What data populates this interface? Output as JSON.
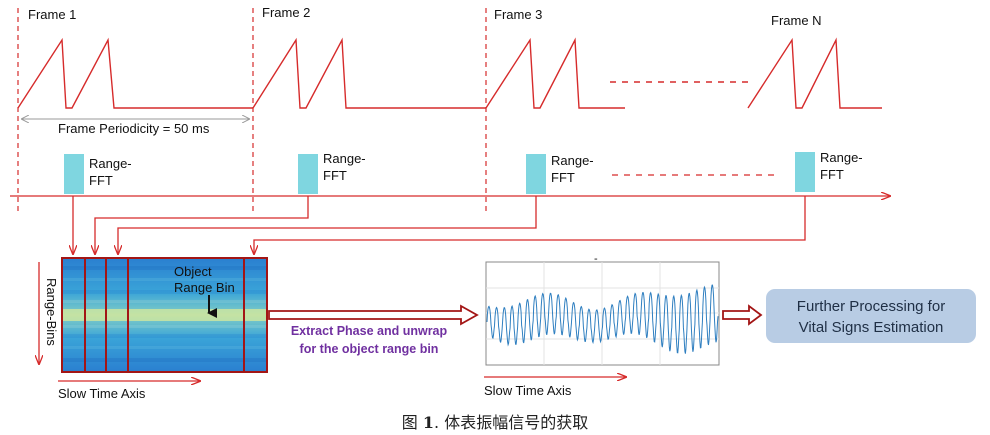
{
  "frames": [
    "Frame 1",
    "Frame 2",
    "Frame 3",
    "Frame N"
  ],
  "periodicity_label": "Frame Periodicity = 50 ms",
  "fft_label_line1": "Range-",
  "fft_label_line2": "FFT",
  "range_bins_label": "Range-Bins",
  "slow_time_label": "Slow Time Axis",
  "object_bin_line1": "Object",
  "object_bin_line2": "Range Bin",
  "extract_line1": "Extract Phase and unwrap",
  "extract_line2": "for the object range bin",
  "further_line1": "Further Processing for",
  "further_line2": "Vital Signs Estimation",
  "plot_top_mark": "-",
  "caption_prefix": "图 ",
  "caption_number": "1",
  "caption_text": ". 体表振幅信号的获取",
  "colors": {
    "red": "#d62b2b",
    "dark_red": "#a31515",
    "fft_box": "#7fd6e0",
    "signal": "#2f7fc0",
    "purple": "#7030a0",
    "further_box": "#b8cce4"
  }
}
